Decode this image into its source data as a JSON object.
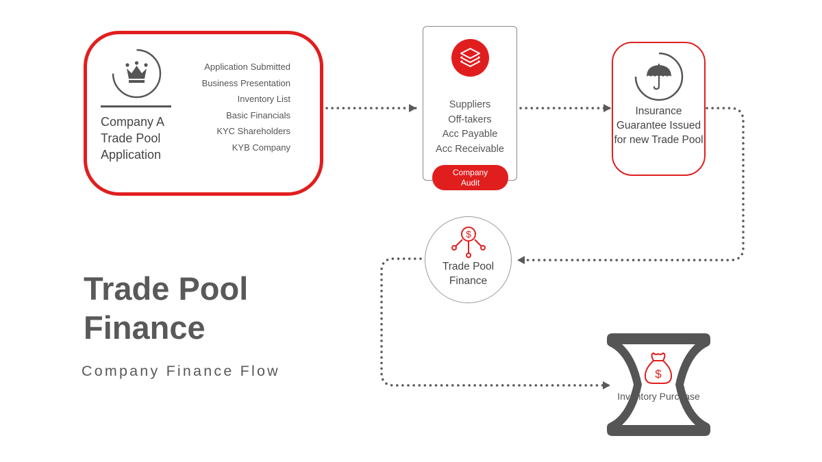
{
  "title": "Trade Pool Finance",
  "subtitle": "Company Finance Flow",
  "colors": {
    "accent": "#e11e1e",
    "text": "#555555",
    "connector": "#5a5a5a",
    "card_border": "#8a8a8a"
  },
  "nodes": {
    "application": {
      "icon": "crown-icon",
      "title": "Company A Trade Pool Application",
      "items": [
        "Application Submitted",
        "Business Presentation",
        "Inventory List",
        "Basic Financials",
        "KYC Shareholders",
        "KYB Company"
      ]
    },
    "audit": {
      "icon": "layers-icon",
      "items": [
        "Suppliers",
        "Off-takers",
        "Acc Payable",
        "Acc Receivable"
      ],
      "badge": "Company Audit"
    },
    "insurance": {
      "icon": "umbrella-icon",
      "label": "Insurance Guarantee Issued for new Trade Pool"
    },
    "trade_pool_finance": {
      "icon": "dollar-network-icon",
      "label": "Trade Pool Finance"
    },
    "inventory_purchase": {
      "icon": "money-bag-icon",
      "label": "Inventory Purchase"
    }
  },
  "edges": [
    {
      "from": "Company A Trade Pool Application",
      "to": "Company Audit",
      "style": "dotted"
    },
    {
      "from": "Company Audit",
      "to": "Insurance Guarantee Issued for new Trade Pool",
      "style": "dotted"
    },
    {
      "from": "Insurance Guarantee Issued for new Trade Pool",
      "to": "Trade Pool Finance",
      "style": "dotted"
    },
    {
      "from": "Trade Pool Finance",
      "to": "Inventory Purchase",
      "style": "dotted"
    }
  ]
}
